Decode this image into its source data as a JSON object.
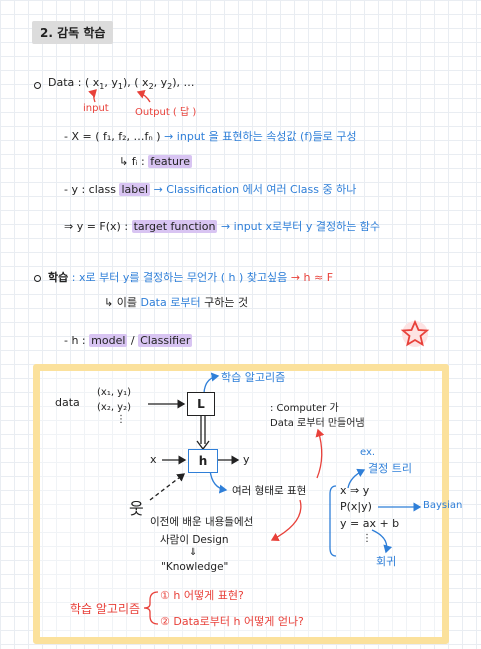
{
  "section_title": "2. 감독 학습",
  "data_line": {
    "prefix": "Data : ( x",
    "s1": "1",
    "mid1": ", y",
    "s2": "1",
    "mid2": "), ( x",
    "s3": "2",
    "mid3": ", y",
    "s4": "2",
    "suffix": "), …",
    "input_label": "input",
    "output_label": "Output ( 답 )"
  },
  "x_line": {
    "text": "- X = ( f₁, f₂, …fₙ )",
    "arrow_text": "→ input 을 표현하는 속성값 (f)들로 구성"
  },
  "feature_line": {
    "text": "↳ fᵢ :",
    "highlight": "feature"
  },
  "y_line": {
    "text": "- y : class",
    "highlight": "label",
    "arrow_text": "→ Classification 에서 여러 Class 중 하나"
  },
  "target_line": {
    "prefix": "⇒ y = F(x) :",
    "highlight": "target function",
    "arrow_text": "→ input x로부터 y 결정하는 함수"
  },
  "learning_line": {
    "label": "학습",
    "text": ": x로 부터 y를 결정하는 무언가 ( h ) 찾고싶음",
    "arrow_text": "→ h ≈ F"
  },
  "learning_sub": {
    "prefix": "↳ 이를",
    "blue": "Data 로부터",
    "suffix": "구하는 것"
  },
  "h_line": {
    "prefix": "- h :",
    "h1": "model",
    "sep": "/",
    "h2": "Classifier"
  },
  "diagram": {
    "data_label": "data",
    "pairs": [
      "(x₁, y₁)",
      "(x₂, y₂)",
      "⋮"
    ],
    "L_box": "L",
    "algo_label": "학습 알고리즘",
    "computer_note": [
      ": Computer 가",
      "Data 로부터 만들어냄"
    ],
    "x_in": "x",
    "h_box": "h",
    "y_out": "y",
    "repr_label": "여러 형태로 표현",
    "human_note": [
      "이전에 배운 내용들에선",
      "사람이 Design",
      "⇓",
      "\"Knowledge\""
    ],
    "ex_label": "ex.",
    "tree_label": "결정 트리",
    "forms": [
      "x ⇒ y",
      "P(x|y)",
      "y = ax + b",
      "⋮"
    ],
    "bayesian_label": "Baysian",
    "regression_label": "회귀",
    "algo_title": "학습 알고리즘",
    "questions": [
      {
        "num": "①",
        "text": "h 어떻게 표현?"
      },
      {
        "num": "②",
        "text": "Data로부터 h 어떻게 얻나?"
      }
    ]
  },
  "colors": {
    "blue": "#2f7fd8",
    "red": "#e8413a",
    "highlight": "#d8c4f2",
    "frame": "#fbe19c"
  }
}
